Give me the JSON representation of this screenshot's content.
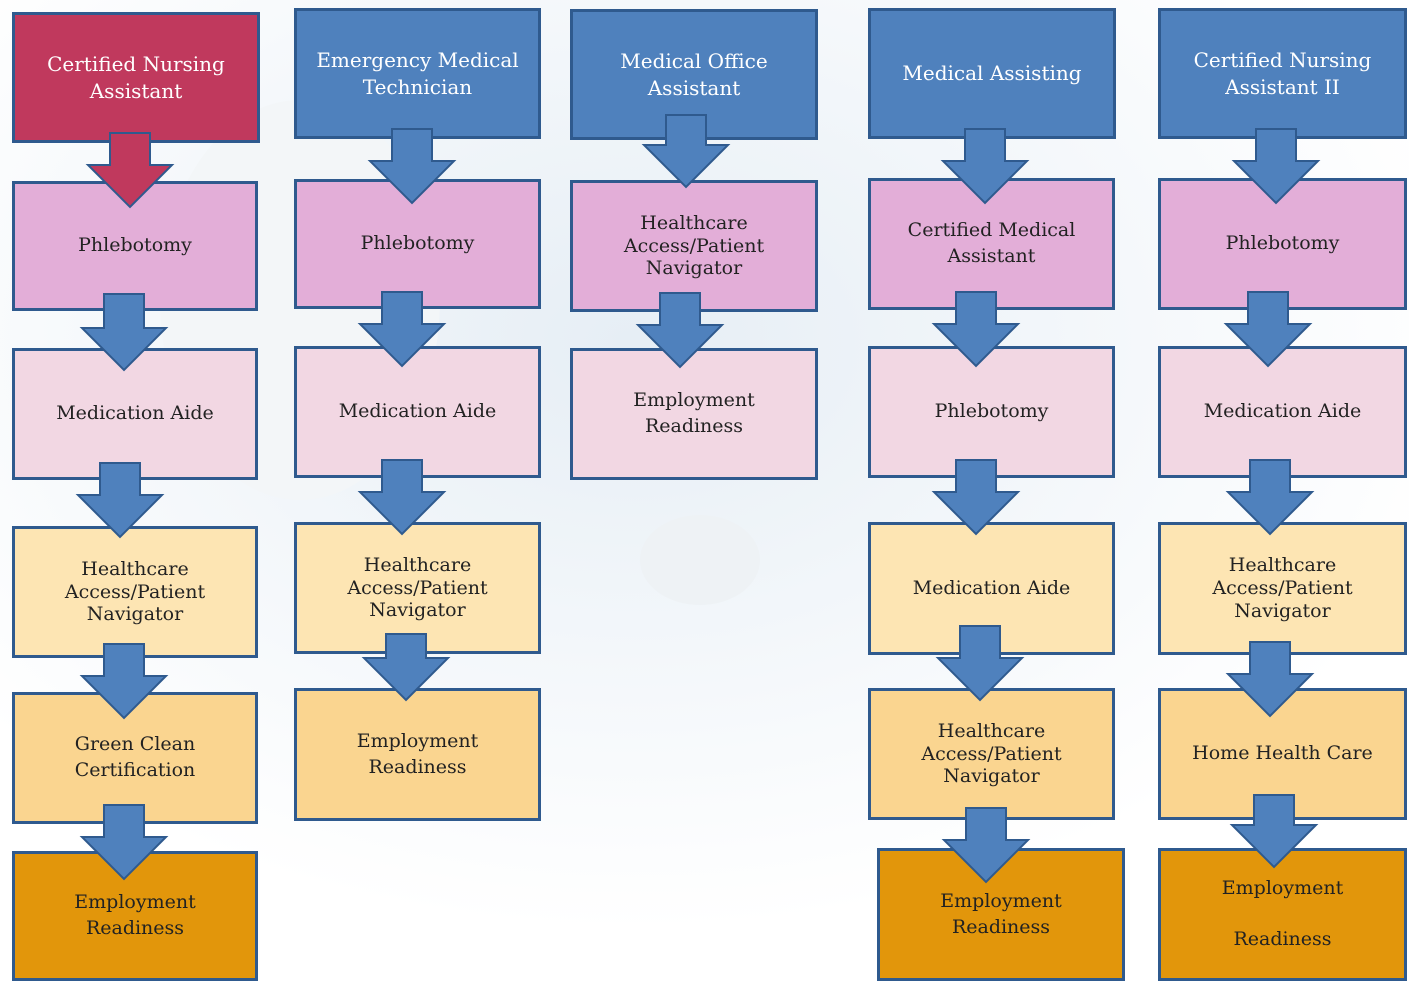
{
  "colors": {
    "header_cna": "#c0395d",
    "header_blue": "#4f81bd",
    "pink_strong": "#e3aed8",
    "pink_light": "#f2d7e3",
    "tan_light": "#fde5b3",
    "tan_mid": "#fad590",
    "orange": "#e2960b",
    "arrow_blue": "#4f81bd",
    "arrow_red": "#c0395d",
    "border": "#2f5a8e"
  },
  "pathways": [
    {
      "header": "Certified Nursing\nAssistant",
      "steps": [
        "Phlebotomy",
        "Medication Aide",
        "Healthcare\nAccess/Patient\nNavigator",
        "Green Clean\nCertification",
        "Employment\nReadiness"
      ]
    },
    {
      "header": "Emergency Medical\nTechnician",
      "steps": [
        "Phlebotomy",
        "Medication Aide",
        "Healthcare\nAccess/Patient\nNavigator",
        "Employment\nReadiness"
      ]
    },
    {
      "header": "Medical Office\nAssistant",
      "steps": [
        "Healthcare\nAccess/Patient\nNavigator",
        "Employment\nReadiness"
      ]
    },
    {
      "header": "Medical Assisting",
      "steps": [
        "Certified Medical\nAssistant",
        "Phlebotomy",
        "Medication Aide",
        "Healthcare\nAccess/Patient\nNavigator",
        "Employment\nReadiness"
      ]
    },
    {
      "header": "Certified Nursing\nAssistant II",
      "steps": [
        "Phlebotomy",
        "Medication Aide",
        "Healthcare\nAccess/Patient\nNavigator",
        "Home Health Care",
        "Employment\n\nReadiness"
      ]
    }
  ]
}
